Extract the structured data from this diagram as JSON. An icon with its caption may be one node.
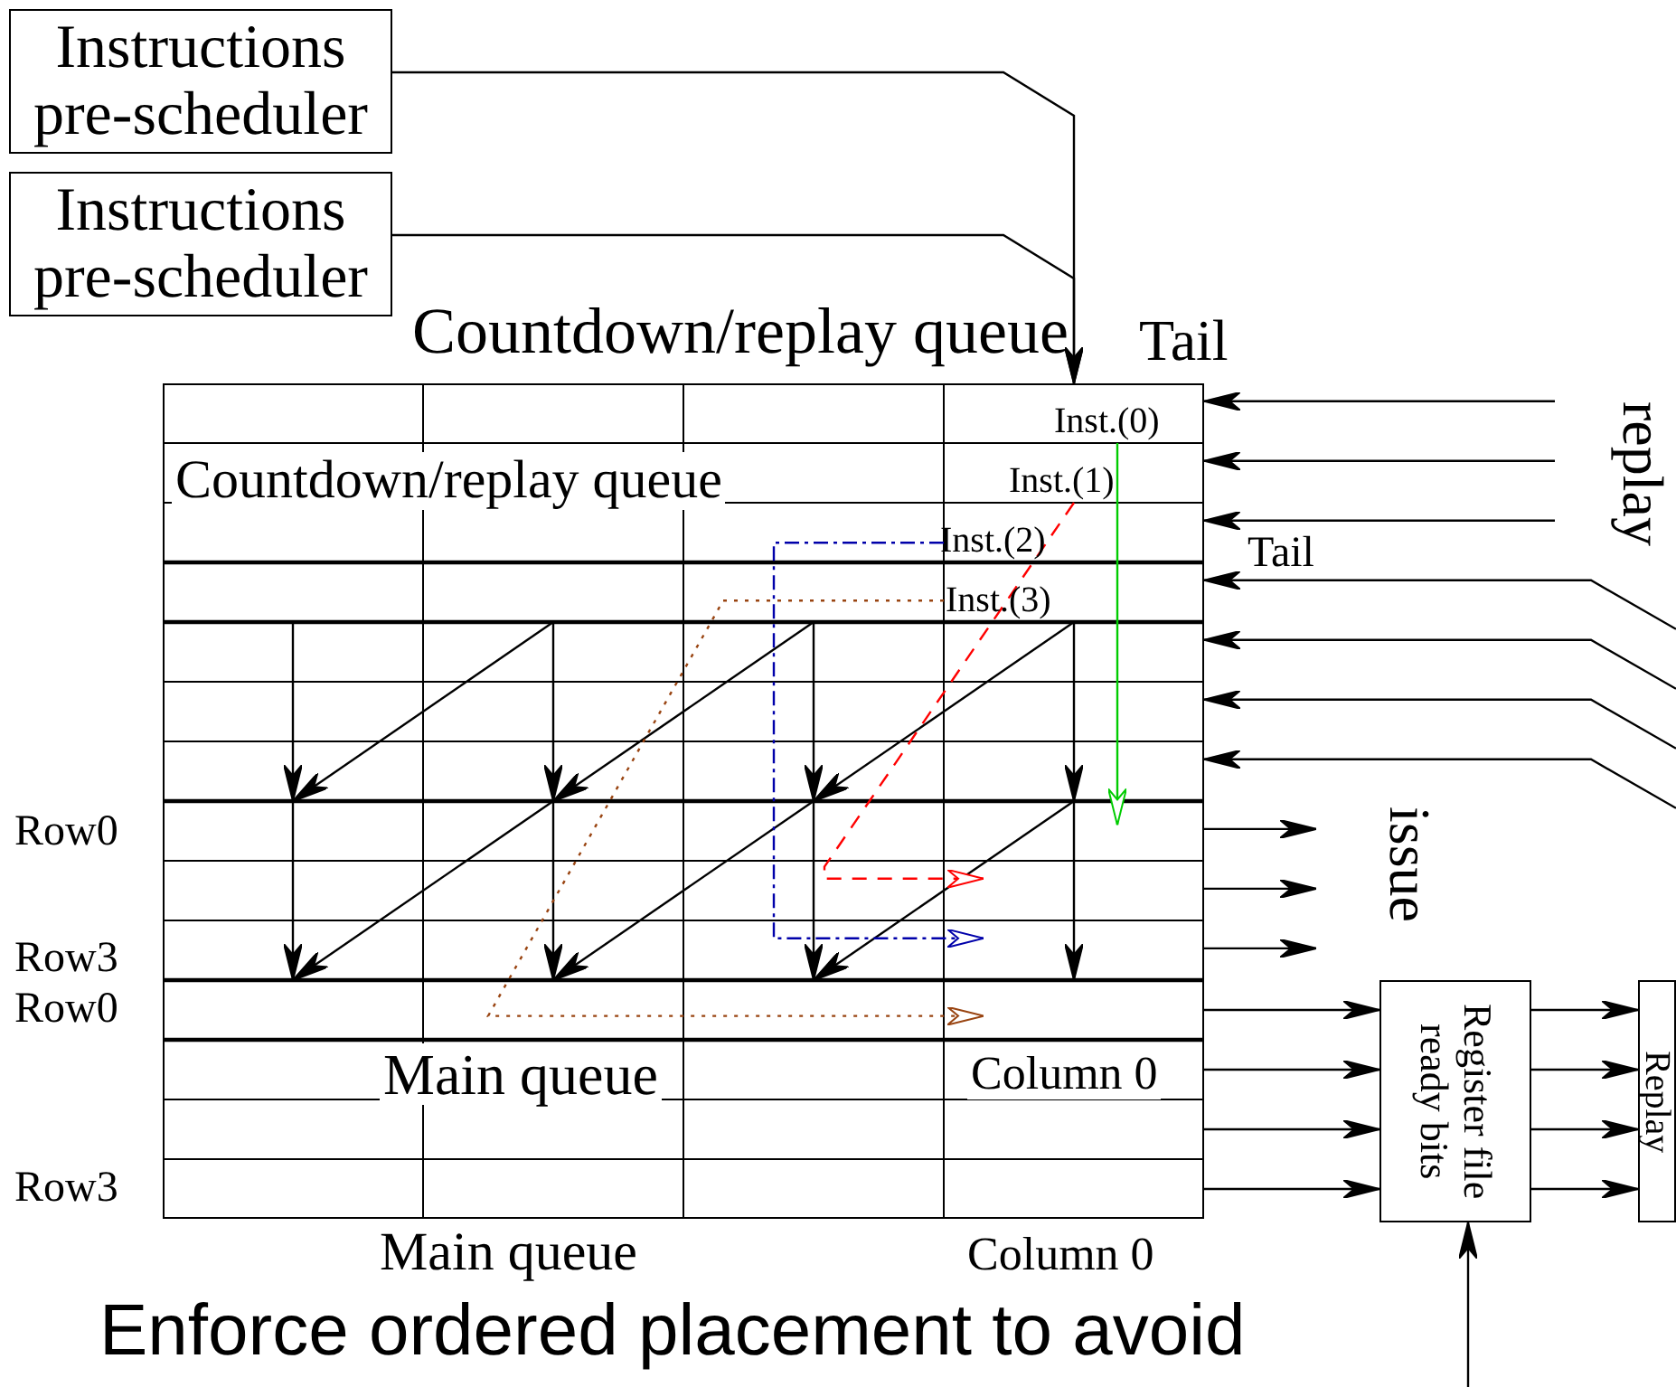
{
  "diagram": {
    "nodes": [
      {
        "text": [
          "Instructions pre-scheduler"
        ]
      },
      {
        "text": [
          "Instructions pre-scheduler"
        ]
      },
      {
        "text": [],
        "shape": "box"
      },
      {
        "text": [
          "Register file ready bits"
        ]
      },
      {
        "text": [
          "Replay"
        ]
      }
    ],
    "edges": [
      {
        "from": 0,
        "to": 2,
        "arrow": "to"
      },
      {
        "from": 1,
        "to": 2,
        "arrow": "to"
      },
      {
        "from": null,
        "to": 2,
        "arrow": "to"
      },
      {
        "from": null,
        "to": 2,
        "arrow": "to"
      },
      {
        "from": null,
        "to": 2,
        "arrow": "to"
      },
      {
        "from": null,
        "to": 2,
        "arrow": "to"
      },
      {
        "from": null,
        "to": 2,
        "arrow": "to"
      },
      {
        "from": null,
        "to": 2,
        "arrow": "to"
      },
      {
        "from": null,
        "to": 2,
        "arrow": "to"
      },
      {
        "from": 2,
        "to": null,
        "arrow": "to"
      },
      {
        "from": 2,
        "to": null,
        "arrow": "to"
      },
      {
        "from": 2,
        "to": null,
        "arrow": "to"
      },
      {
        "from": 2,
        "to": 3,
        "arrow": "to"
      },
      {
        "from": 2,
        "to": 3,
        "arrow": "to"
      },
      {
        "from": 2,
        "to": 3,
        "arrow": "to"
      },
      {
        "from": 2,
        "to": 3,
        "arrow": "to"
      },
      {
        "from": 3,
        "to": 4,
        "arrow": "to"
      },
      {
        "from": 3,
        "to": 4,
        "arrow": "to"
      },
      {
        "from": 3,
        "to": 4,
        "arrow": "to"
      },
      {
        "from": 3,
        "to": 4,
        "arrow": "to"
      },
      {
        "from": null,
        "to": 3,
        "arrow": "to"
      }
    ],
    "labels": [
      "Countdown/replay queue",
      "Tail",
      "Inst.(0)",
      "replay",
      "Inst.(1)",
      "Countdown/replay queue",
      "Tail",
      "Inst.(2)",
      "Inst.(3)",
      "Row0",
      "issue",
      "Row3",
      "Row0",
      "Column 0",
      "Main queue",
      "Row3",
      "Main queue",
      "Column 0",
      "Enforce ordered placement to avoid"
    ]
  }
}
